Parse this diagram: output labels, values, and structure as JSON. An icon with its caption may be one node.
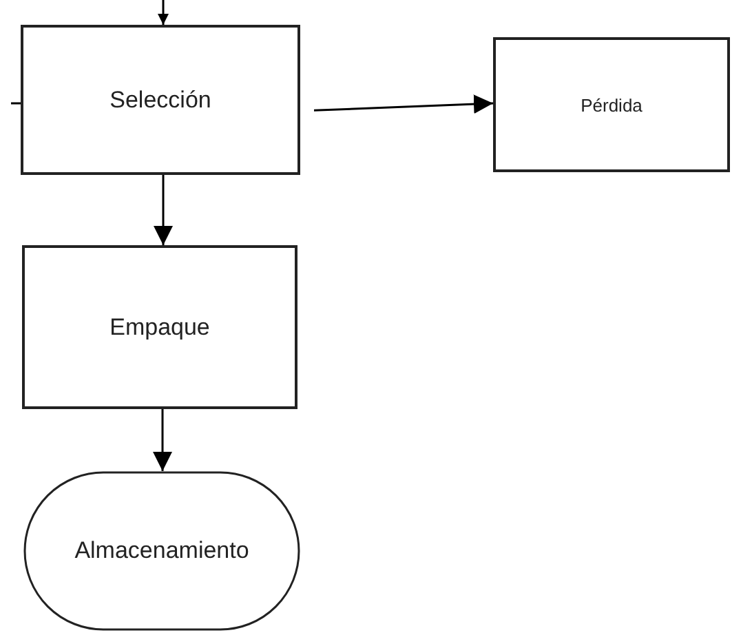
{
  "diagram": {
    "nodes": [
      {
        "text": [
          "Selección"
        ]
      },
      {
        "text": [
          "Pérdida"
        ]
      },
      {
        "text": [
          "Empaque"
        ]
      },
      {
        "text": [
          "Almacenamiento"
        ]
      }
    ],
    "edges": [
      {
        "from": null,
        "to": 0,
        "arrow": "to"
      },
      {
        "from": null,
        "to": 0,
        "arrow": "none"
      },
      {
        "from": 0,
        "to": 1,
        "arrow": "to"
      },
      {
        "from": 0,
        "to": 2,
        "arrow": "to"
      },
      {
        "from": 2,
        "to": 3,
        "arrow": "to"
      }
    ]
  }
}
